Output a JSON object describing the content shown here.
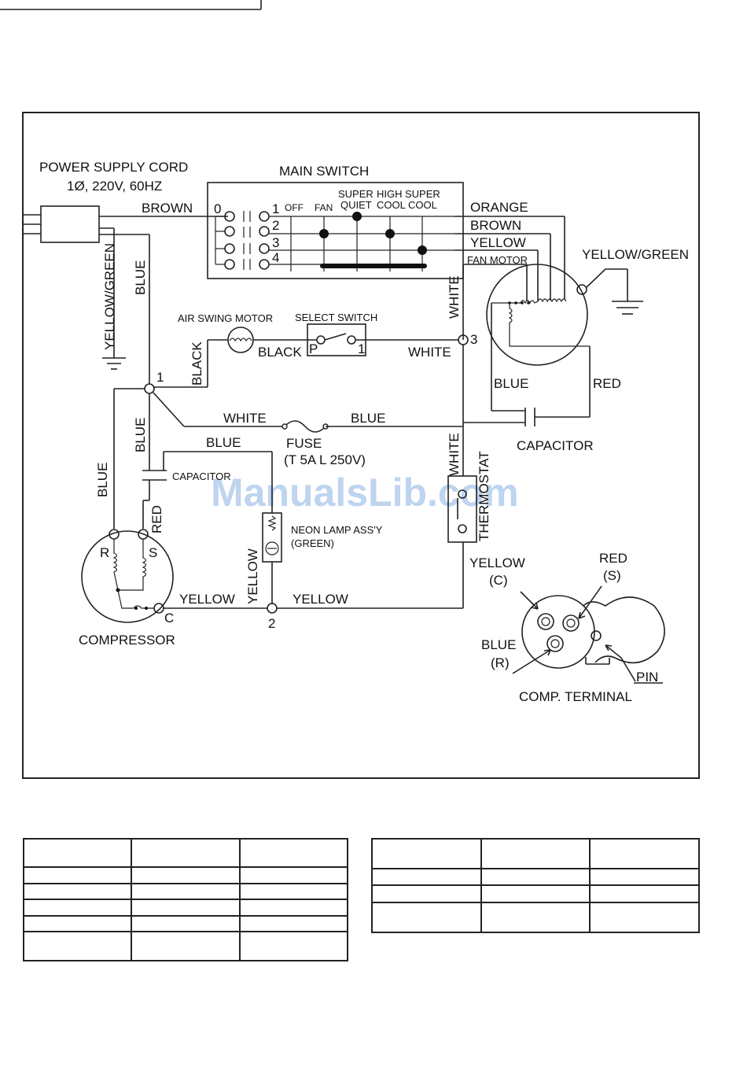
{
  "diagram": {
    "power_cord_label": "POWER SUPPLY CORD",
    "power_spec": "1Ø, 220V, 60HZ",
    "main_switch": "MAIN SWITCH",
    "pos": [
      "0",
      "1",
      "2",
      "3",
      "4"
    ],
    "modes": [
      "OFF",
      "FAN",
      "SUPER",
      "QUIET",
      "HIGH",
      "COOL",
      "SUPER",
      "COOL"
    ],
    "wires": {
      "brown": "BROWN",
      "orange": "ORANGE",
      "yellow": "YELLOW",
      "yellow_green": "YELLOW/GREEN",
      "blue": "BLUE",
      "white": "WHITE",
      "black": "BLACK",
      "red": "RED"
    },
    "fan_motor": "FAN MOTOR",
    "air_swing_motor": "AIR SWING MOTOR",
    "select_switch": "SELECT SWITCH",
    "select_p": "P",
    "select_1": "1",
    "node1": "1",
    "node2": "2",
    "node3": "3",
    "capacitor": "CAPACITOR",
    "fuse": "FUSE",
    "fuse_spec": "(T 5A L 250V)",
    "neon_lamp": "NEON LAMP ASS'Y",
    "neon_color": "(GREEN)",
    "thermostat": "THERMOSTAT",
    "compressor": "COMPRESSOR",
    "comp_r": "R",
    "comp_s": "S",
    "comp_c": "C",
    "term_c": "(C)",
    "term_s": "(S)",
    "term_r": "(R)",
    "pin": "PIN",
    "comp_terminal": "COMP. TERMINAL",
    "watermark": "ManualsLib.com"
  },
  "tables": {
    "left": {
      "rows": 6,
      "cols": 3
    },
    "right": {
      "rows": 4,
      "cols": 3
    }
  }
}
